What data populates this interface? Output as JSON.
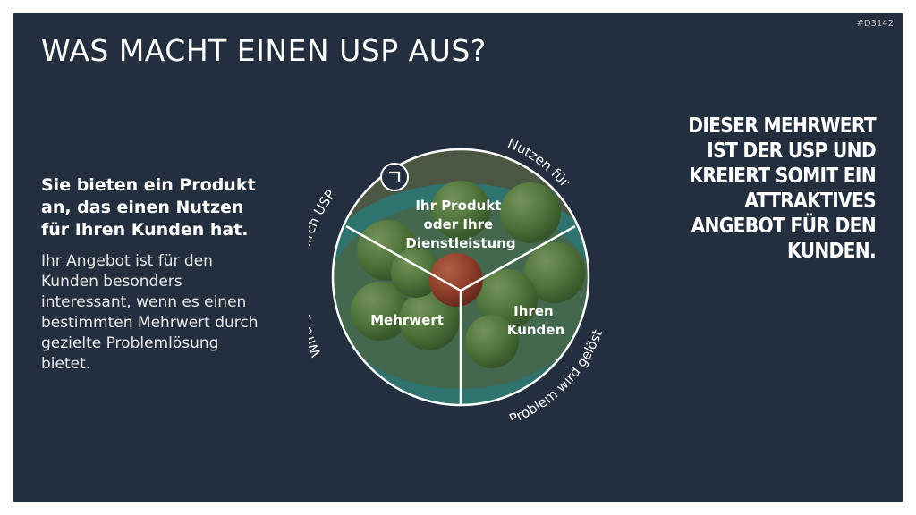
{
  "slide_id": "#D3142",
  "title": "WAS MACHT EINEN USP AUS?",
  "left": {
    "lead": "Sie bieten ein Produkt an, das einen Nutzen für Ihren Kunden hat.",
    "body": "Ihr Angebot ist für den Kunden besonders interessant, wenn es einen bestimmten Mehrwert durch gezielte Problemlösung bietet."
  },
  "right": {
    "callout": "Dieser Mehrwert ist der USP und kreiert somit ein attraktives Angebot für den Kunden."
  },
  "diagram": {
    "segments": {
      "product": [
        "Ihr Produkt",
        "oder Ihre",
        "Dienstleistung"
      ],
      "customers": [
        "Ihren",
        "Kunden"
      ],
      "value": [
        "Mehrwert"
      ]
    },
    "arcs": {
      "top": "Nutzen für",
      "bottom": "Problem wird gelöst",
      "left": "Wird generiert durch USP"
    },
    "arrow_icon": "cycle-arrow-icon",
    "colors": {
      "background": "#232f3e",
      "tomato_green": "#5e8a44",
      "tomato_red": "#b8402a",
      "bowl": "#2f8a86"
    }
  }
}
